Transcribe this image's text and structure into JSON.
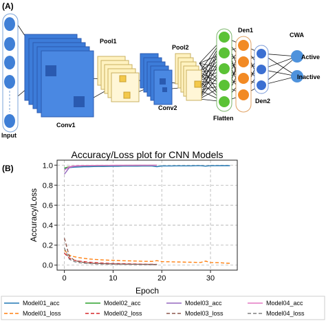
{
  "panels": {
    "a_label": "(A)",
    "b_label": "(B)"
  },
  "architecture": {
    "labels": {
      "input": "Input",
      "conv1": "Conv1",
      "pool1": "Pool1",
      "conv2": "Conv2",
      "pool2": "Pool2",
      "flatten": "Flatten",
      "den1": "Den1",
      "den2": "Den2",
      "cwa": "CWA",
      "active": "Active",
      "inactive": "Inactive"
    },
    "colors": {
      "input_node": "#3f7fd6",
      "conv": "#3d7cd9",
      "conv_dark": "#2a5ab0",
      "pool": "#fff2c0",
      "pool_edge": "#c8b060",
      "pool_focus": "#f3c84a",
      "flatten_node": "#5bc236",
      "den1_node": "#f28a24",
      "den2_node": "#3b6fd2",
      "output_node": "#4e92dc"
    }
  },
  "chart_data": {
    "type": "line",
    "title": "Accuracy/Loss plot for CNN Models",
    "xlabel": "Epoch",
    "ylabel": "Accuracy/Loss",
    "xlim": [
      -1.5,
      35.5
    ],
    "ylim": [
      -0.05,
      1.05
    ],
    "xticks": [
      0,
      10,
      20,
      30
    ],
    "yticks": [
      0.0,
      0.2,
      0.4,
      0.6,
      0.8,
      1.0
    ],
    "grid": true,
    "legend_position": "below",
    "series": [
      {
        "name": "Model01_acc",
        "color": "#1f77b4",
        "dash": "solid",
        "x": [
          0,
          1,
          2,
          3,
          4,
          5,
          6,
          7,
          8,
          9,
          10,
          11,
          12,
          13,
          14,
          15,
          16,
          17,
          18,
          19,
          20,
          21,
          22,
          23,
          24,
          25,
          26,
          27,
          28,
          29,
          30,
          31,
          32,
          33,
          34
        ],
        "y": [
          0.96,
          0.975,
          0.98,
          0.982,
          0.984,
          0.985,
          0.986,
          0.987,
          0.987,
          0.988,
          0.989,
          0.989,
          0.99,
          0.99,
          0.99,
          0.99,
          0.991,
          0.991,
          0.991,
          0.985,
          0.992,
          0.992,
          0.992,
          0.993,
          0.993,
          0.993,
          0.993,
          0.994,
          0.994,
          0.99,
          0.994,
          0.994,
          0.995,
          0.995,
          0.995
        ]
      },
      {
        "name": "Model01_loss",
        "color": "#ff7f0e",
        "dash": "dashed",
        "x": [
          0,
          1,
          2,
          3,
          4,
          5,
          6,
          7,
          8,
          9,
          10,
          11,
          12,
          13,
          14,
          15,
          16,
          17,
          18,
          19,
          20,
          21,
          22,
          23,
          24,
          25,
          26,
          27,
          28,
          29,
          30,
          31,
          32,
          33,
          34
        ],
        "y": [
          0.15,
          0.1,
          0.085,
          0.075,
          0.068,
          0.062,
          0.058,
          0.055,
          0.052,
          0.05,
          0.048,
          0.046,
          0.044,
          0.043,
          0.042,
          0.04,
          0.039,
          0.038,
          0.037,
          0.045,
          0.035,
          0.034,
          0.033,
          0.032,
          0.031,
          0.03,
          0.029,
          0.028,
          0.027,
          0.04,
          0.026,
          0.025,
          0.024,
          0.02,
          0.018
        ]
      },
      {
        "name": "Model02_acc",
        "color": "#2ca02c",
        "dash": "solid",
        "x": [
          0,
          1,
          2,
          3,
          4,
          5,
          6,
          7,
          8,
          9,
          10,
          11,
          12,
          13,
          14,
          15,
          16,
          17,
          18,
          19
        ],
        "y": [
          0.97,
          0.985,
          0.99,
          0.992,
          0.993,
          0.994,
          0.995,
          0.995,
          0.996,
          0.996,
          0.997,
          0.997,
          0.997,
          0.998,
          0.998,
          0.998,
          0.998,
          0.998,
          0.999,
          0.999
        ]
      },
      {
        "name": "Model02_loss",
        "color": "#d62728",
        "dash": "dashed",
        "x": [
          0,
          1,
          2,
          3,
          4,
          5,
          6,
          7,
          8,
          9,
          10,
          11,
          12,
          13,
          14,
          15,
          16,
          17,
          18,
          19
        ],
        "y": [
          0.12,
          0.07,
          0.05,
          0.04,
          0.035,
          0.03,
          0.026,
          0.023,
          0.02,
          0.018,
          0.016,
          0.015,
          0.014,
          0.013,
          0.012,
          0.011,
          0.01,
          0.009,
          0.009,
          0.008
        ]
      },
      {
        "name": "Model03_acc",
        "color": "#9467bd",
        "dash": "solid",
        "x": [
          0,
          1,
          2,
          3,
          4,
          5,
          6,
          7,
          8,
          9,
          10,
          11,
          12,
          13,
          14,
          15,
          16,
          17,
          18,
          19
        ],
        "y": [
          0.91,
          0.975,
          0.988,
          0.992,
          0.994,
          0.995,
          0.996,
          0.996,
          0.997,
          0.997,
          0.997,
          0.998,
          0.998,
          0.998,
          0.998,
          0.999,
          0.999,
          0.999,
          0.999,
          0.999
        ]
      },
      {
        "name": "Model03_loss",
        "color": "#8c564b",
        "dash": "dashed",
        "x": [
          0,
          1,
          2,
          3,
          4,
          5,
          6,
          7,
          8,
          9,
          10,
          11,
          12,
          13,
          14,
          15,
          16,
          17,
          18,
          19
        ],
        "y": [
          0.27,
          0.09,
          0.05,
          0.035,
          0.027,
          0.022,
          0.019,
          0.017,
          0.015,
          0.014,
          0.013,
          0.012,
          0.011,
          0.01,
          0.009,
          0.009,
          0.008,
          0.008,
          0.007,
          0.007
        ]
      },
      {
        "name": "Model04_acc",
        "color": "#e377c2",
        "dash": "solid",
        "x": [
          0,
          1,
          2,
          3,
          4,
          5,
          6,
          7,
          8,
          9,
          10,
          11,
          12,
          13,
          14,
          15,
          16,
          17,
          18,
          19
        ],
        "y": [
          0.95,
          0.985,
          0.992,
          0.995,
          0.996,
          0.997,
          0.997,
          0.998,
          0.998,
          0.998,
          0.999,
          0.999,
          0.999,
          0.999,
          0.999,
          0.999,
          0.999,
          0.999,
          0.999,
          0.999
        ]
      },
      {
        "name": "Model04_loss",
        "color": "#7f7f7f",
        "dash": "dashed",
        "x": [
          0,
          1,
          2,
          3,
          4,
          5,
          6,
          7,
          8,
          9,
          10,
          11,
          12,
          13,
          14,
          15,
          16,
          17,
          18,
          19
        ],
        "y": [
          0.17,
          0.06,
          0.035,
          0.025,
          0.02,
          0.016,
          0.014,
          0.012,
          0.011,
          0.01,
          0.009,
          0.008,
          0.008,
          0.007,
          0.007,
          0.006,
          0.006,
          0.006,
          0.005,
          0.005
        ]
      }
    ]
  }
}
